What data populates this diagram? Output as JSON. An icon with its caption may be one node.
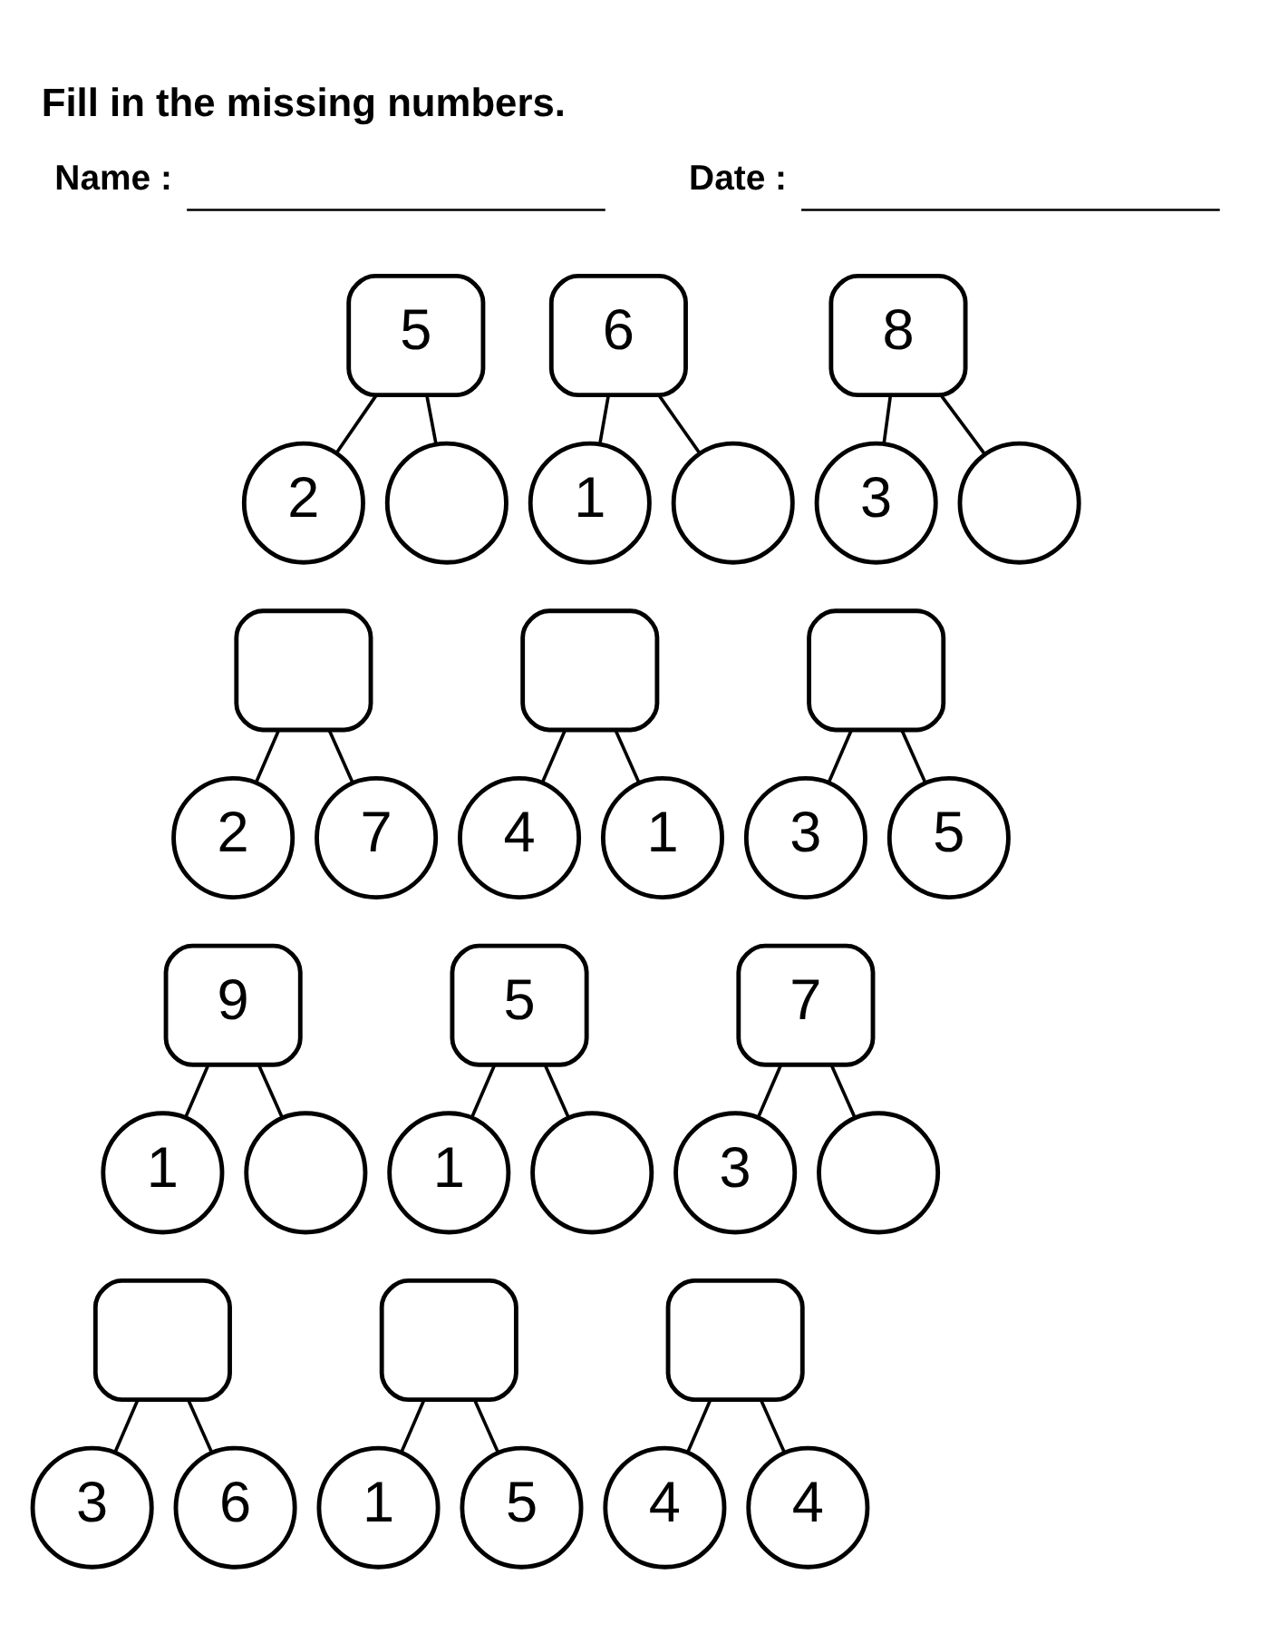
{
  "diagram": {
    "title": "Fill in the missing numbers.",
    "nodes": [
      {
        "text": [
          "5"
        ]
      },
      {
        "text": [
          "2"
        ]
      },
      {
        "text": [],
        "shape": "circle"
      },
      {
        "text": [
          "6"
        ]
      },
      {
        "text": [
          "1"
        ]
      },
      {
        "text": [],
        "shape": "circle"
      },
      {
        "text": [
          "8"
        ]
      },
      {
        "text": [
          "3"
        ]
      },
      {
        "text": [],
        "shape": "circle"
      },
      {
        "text": [],
        "shape": "box"
      },
      {
        "text": [
          "2"
        ]
      },
      {
        "text": [
          "7"
        ]
      },
      {
        "text": [],
        "shape": "box"
      },
      {
        "text": [
          "4"
        ]
      },
      {
        "text": [
          "1"
        ]
      },
      {
        "text": [],
        "shape": "box"
      },
      {
        "text": [
          "3"
        ]
      },
      {
        "text": [
          "5"
        ]
      },
      {
        "text": [
          "9"
        ]
      },
      {
        "text": [
          "1"
        ]
      },
      {
        "text": [],
        "shape": "circle"
      },
      {
        "text": [
          "5"
        ]
      },
      {
        "text": [
          "1"
        ]
      },
      {
        "text": [],
        "shape": "circle"
      },
      {
        "text": [
          "7"
        ]
      },
      {
        "text": [
          "3"
        ]
      },
      {
        "text": [],
        "shape": "circle"
      },
      {
        "text": [],
        "shape": "box"
      },
      {
        "text": [
          "3"
        ]
      },
      {
        "text": [
          "6"
        ]
      },
      {
        "text": [],
        "shape": "box"
      },
      {
        "text": [
          "1"
        ]
      },
      {
        "text": [
          "5"
        ]
      },
      {
        "text": [],
        "shape": "box"
      },
      {
        "text": [
          "4"
        ]
      },
      {
        "text": [
          "4"
        ]
      }
    ],
    "edges": [
      {
        "from": 0,
        "to": 1,
        "arrow": "none"
      },
      {
        "from": 0,
        "to": 2,
        "arrow": "none"
      },
      {
        "from": 3,
        "to": 4,
        "arrow": "none"
      },
      {
        "from": 3,
        "to": 5,
        "arrow": "none"
      },
      {
        "from": 6,
        "to": 7,
        "arrow": "none"
      },
      {
        "from": 6,
        "to": 8,
        "arrow": "none"
      },
      {
        "from": 9,
        "to": 10,
        "arrow": "none"
      },
      {
        "from": 9,
        "to": 11,
        "arrow": "none"
      },
      {
        "from": 12,
        "to": 13,
        "arrow": "none"
      },
      {
        "from": 12,
        "to": 14,
        "arrow": "none"
      },
      {
        "from": 15,
        "to": 16,
        "arrow": "none"
      },
      {
        "from": 15,
        "to": 17,
        "arrow": "none"
      },
      {
        "from": 18,
        "to": 19,
        "arrow": "none"
      },
      {
        "from": 18,
        "to": 20,
        "arrow": "none"
      },
      {
        "from": 21,
        "to": 22,
        "arrow": "none"
      },
      {
        "from": 21,
        "to": 23,
        "arrow": "none"
      },
      {
        "from": 24,
        "to": 25,
        "arrow": "none"
      },
      {
        "from": 24,
        "to": 26,
        "arrow": "none"
      },
      {
        "from": 27,
        "to": 28,
        "arrow": "none"
      },
      {
        "from": 27,
        "to": 29,
        "arrow": "none"
      },
      {
        "from": 30,
        "to": 31,
        "arrow": "none"
      },
      {
        "from": 30,
        "to": 32,
        "arrow": "none"
      },
      {
        "from": 33,
        "to": 34,
        "arrow": "none"
      },
      {
        "from": 33,
        "to": 35,
        "arrow": "none"
      }
    ],
    "labels": [
      "Name :",
      "Date :"
    ]
  }
}
